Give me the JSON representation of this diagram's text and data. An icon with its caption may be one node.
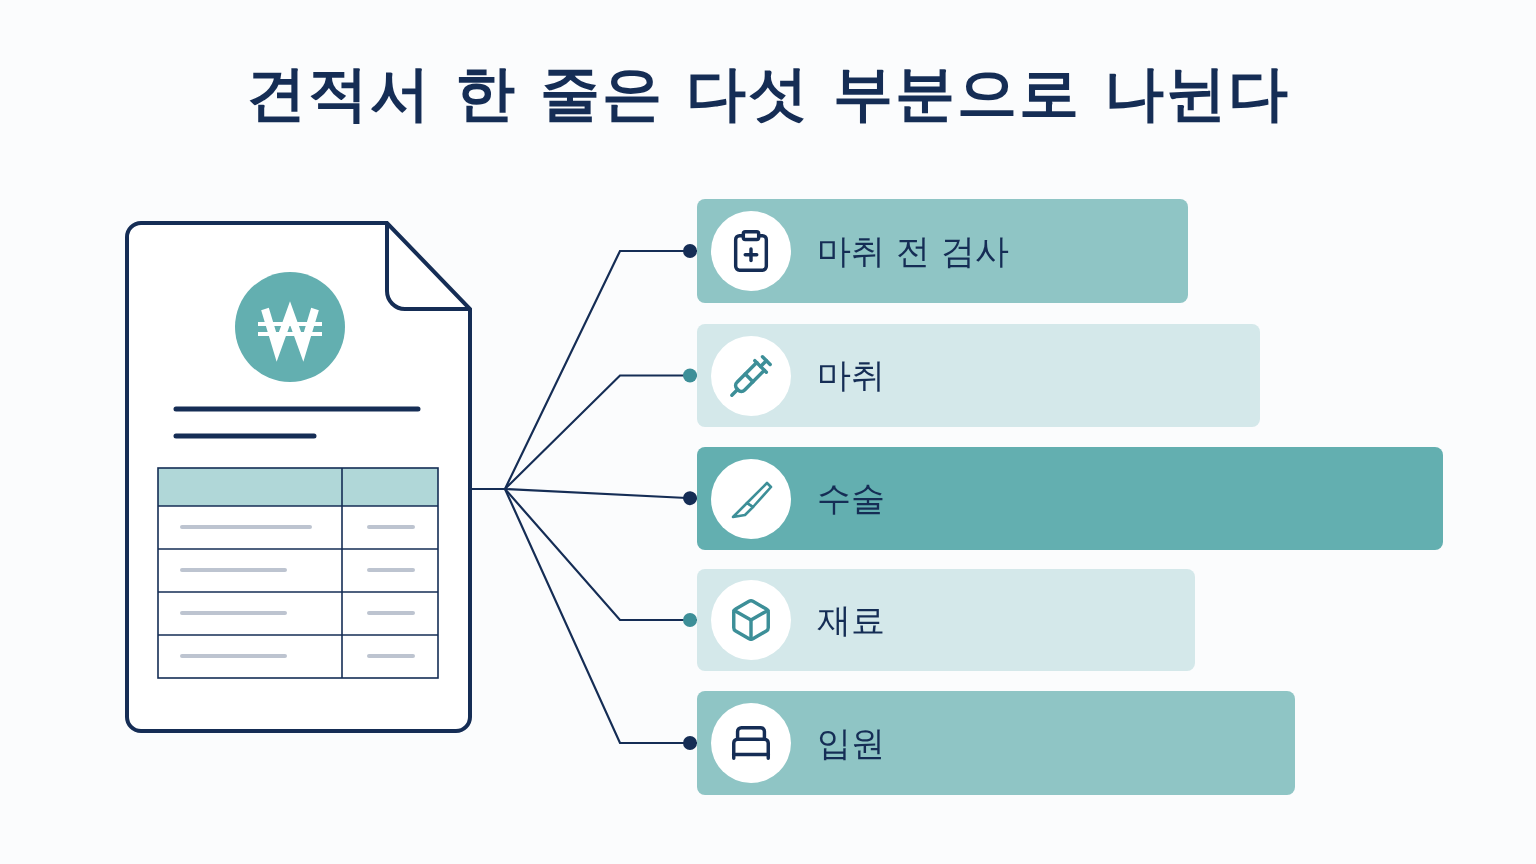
{
  "diagram": {
    "title": "견적서 한 줄은 다섯 부분으로 나뉜다",
    "nodes": [
      {
        "text": [],
        "shape": "document"
      },
      {
        "text": [
          "마취 전 검사"
        ]
      },
      {
        "text": [
          "마취"
        ]
      },
      {
        "text": [
          "수술"
        ]
      },
      {
        "text": [
          "재료"
        ]
      },
      {
        "text": [
          "입원"
        ]
      }
    ],
    "edges": [
      {
        "from": 0,
        "to": 1,
        "arrow": "other"
      },
      {
        "from": 0,
        "to": 2,
        "arrow": "other"
      },
      {
        "from": 0,
        "to": 3,
        "arrow": "other"
      },
      {
        "from": 0,
        "to": 4,
        "arrow": "other"
      },
      {
        "from": 0,
        "to": 5,
        "arrow": "other"
      }
    ]
  }
}
